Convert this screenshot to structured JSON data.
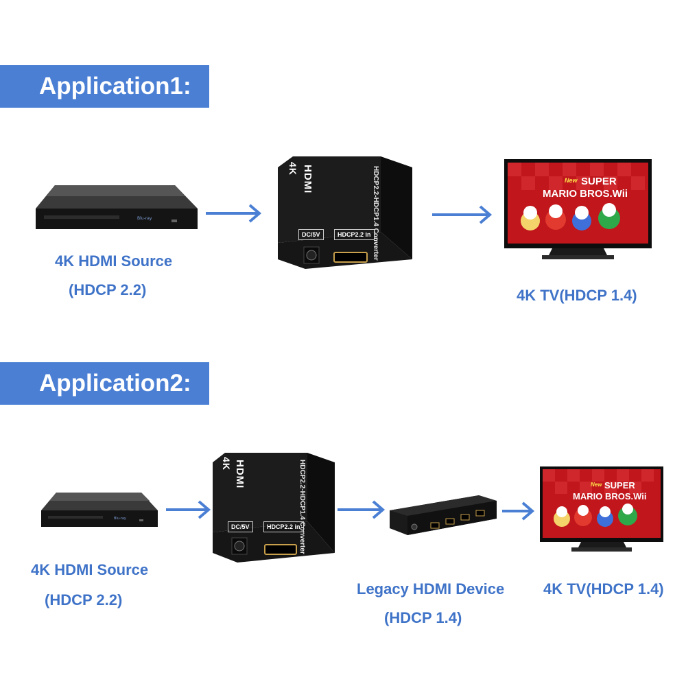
{
  "app1": {
    "title": "Application1:",
    "source": {
      "line1": "4K HDMI Source",
      "line2": "(HDCP 2.2)"
    },
    "converter": {
      "hdmi": "HDMI",
      "badge": "4K",
      "model": "HDCP2.2-HDCP1.4 Converter",
      "port_power": "DC/5V",
      "port_in": "HDCP2.2 in"
    },
    "tv": {
      "caption": "4K TV(HDCP 1.4)",
      "screen_new": "New",
      "screen_super": "SUPER",
      "screen_title": "MARIO BROS.Wii"
    }
  },
  "app2": {
    "title": "Application2:",
    "source": {
      "line1": "4K HDMI Source",
      "line2": "(HDCP 2.2)"
    },
    "converter": {
      "hdmi": "HDMI",
      "badge": "4K",
      "model": "HDCP2.2-HDCP1.4 Converter",
      "port_power": "DC/5V",
      "port_in": "HDCP2.2 in"
    },
    "legacy": {
      "line1": "Legacy HDMI Device",
      "line2": "(HDCP 1.4)"
    },
    "tv": {
      "caption": "4K TV(HDCP 1.4)",
      "screen_new": "New",
      "screen_super": "SUPER",
      "screen_title": "MARIO BROS.Wii"
    }
  },
  "colors": {
    "banner": "#4a7fd4",
    "caption": "#3f73c8",
    "arrow": "#4a7fd4",
    "device": "#111111",
    "screen": "#c0161c"
  }
}
